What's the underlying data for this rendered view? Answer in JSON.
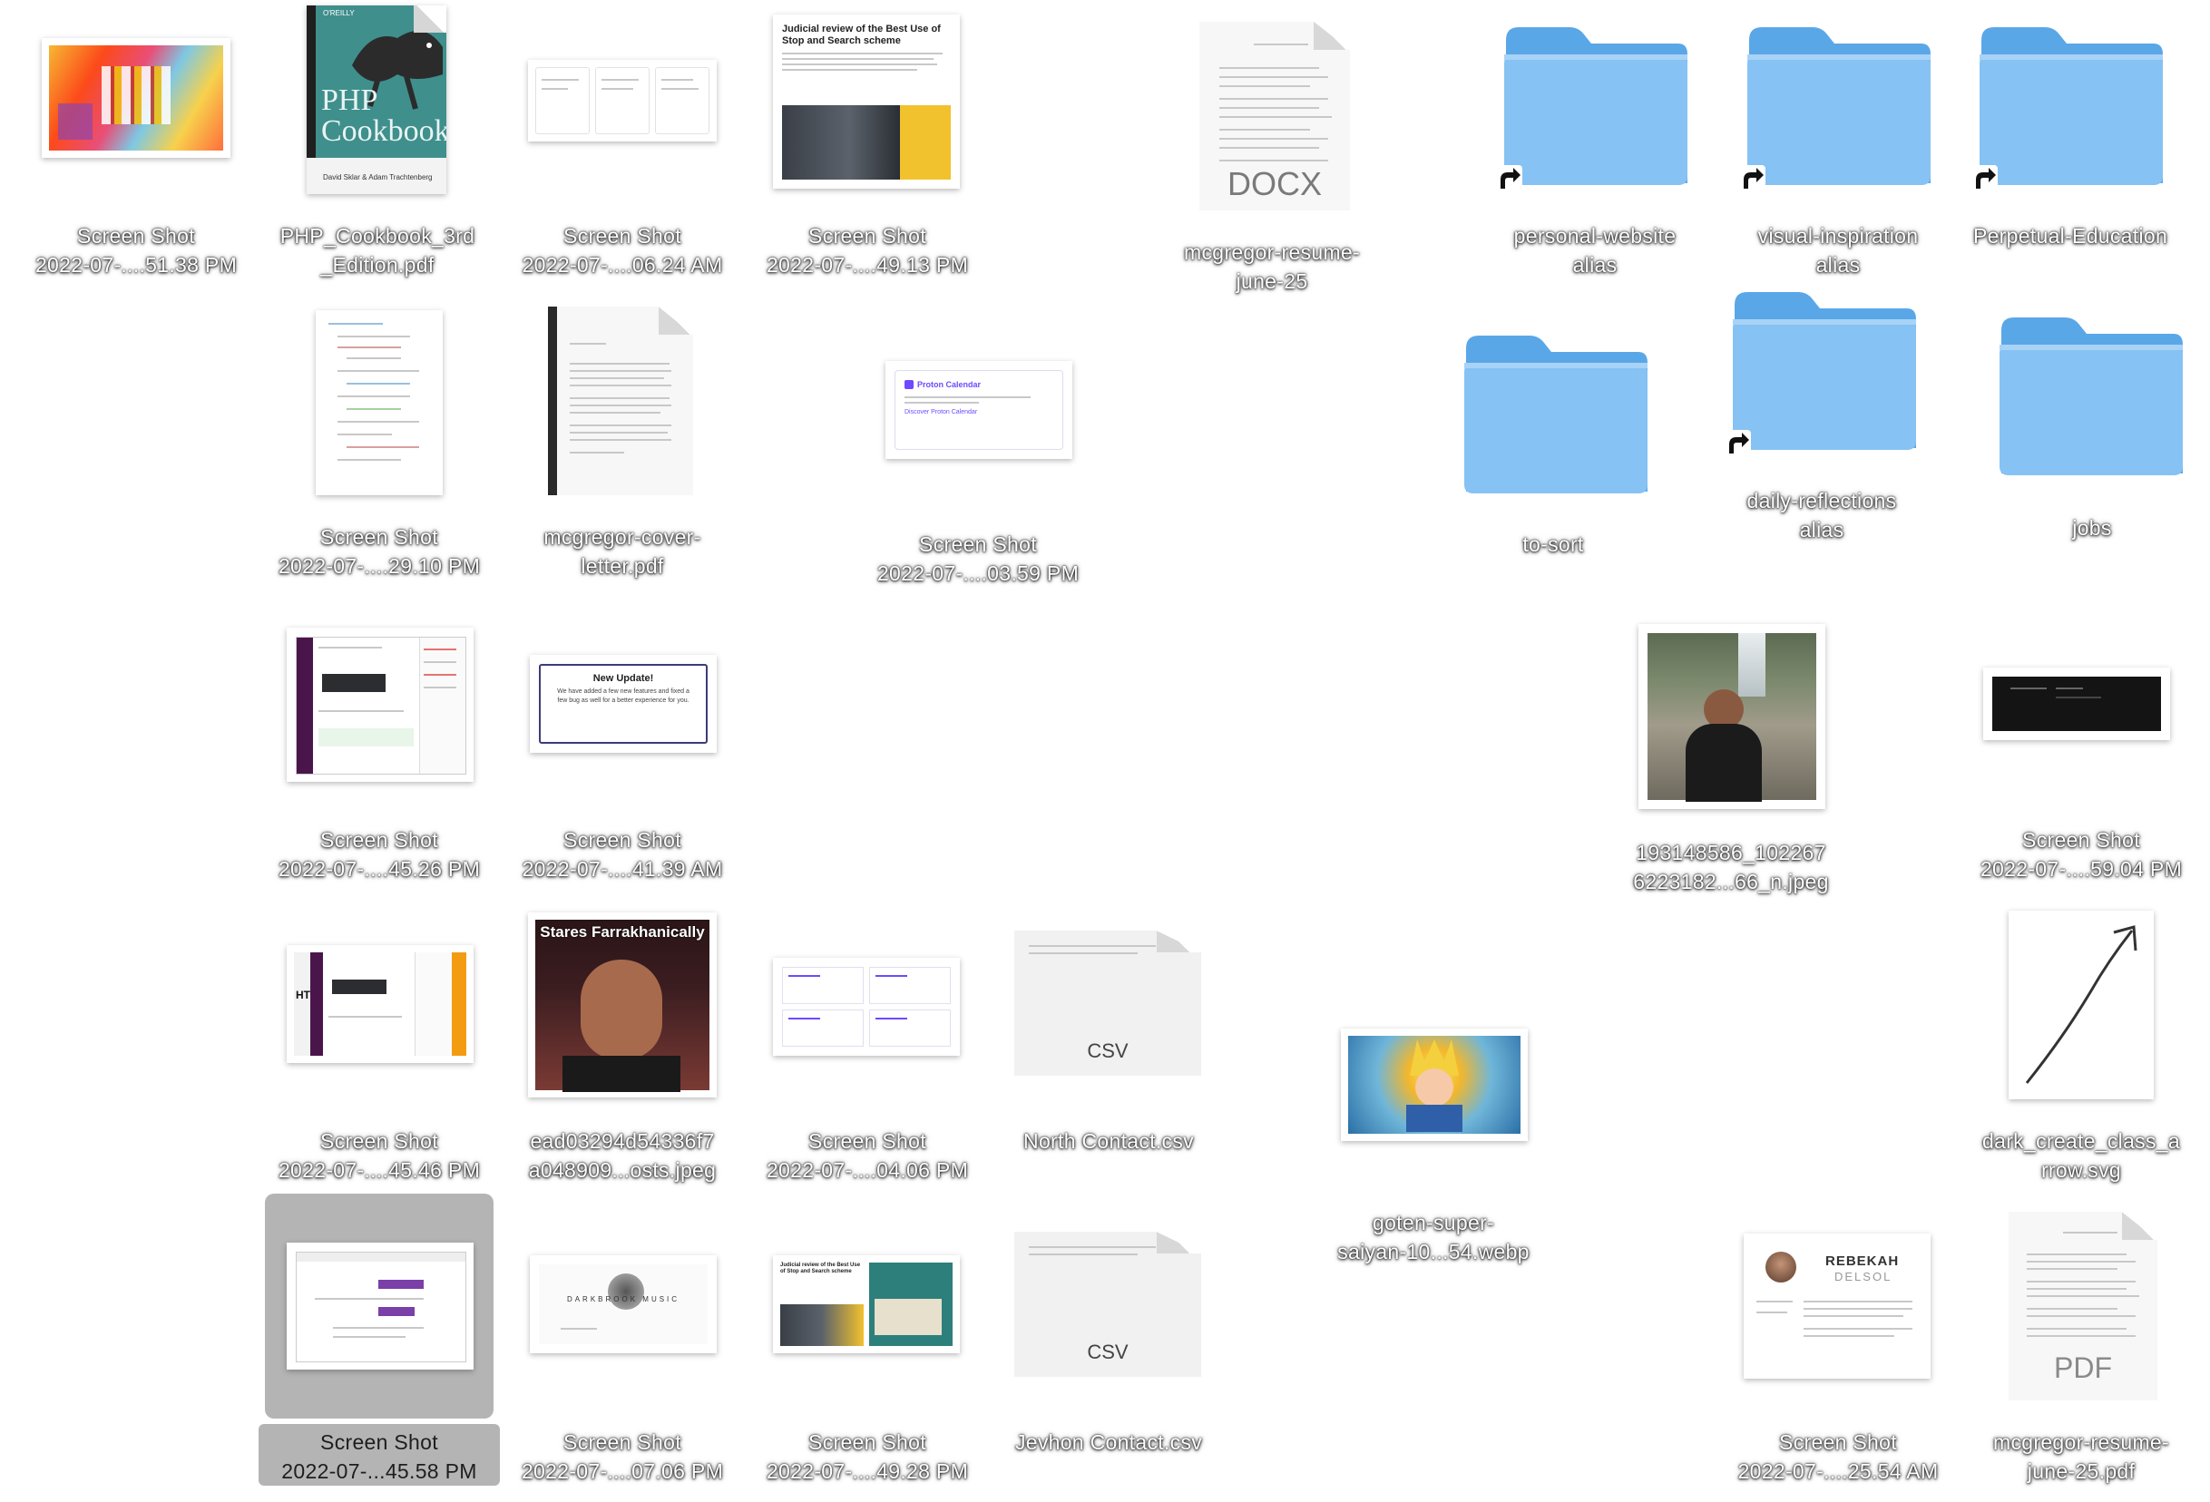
{
  "accent_color": "#79b8ef",
  "selection_color": "#b4b4b4",
  "items": {
    "ss_5138": {
      "line1": "Screen Shot",
      "line2": "2022-07-....51.38 PM"
    },
    "php_cookbook": {
      "line1": "PHP_Cookbook_3rd",
      "line2": "_Edition.pdf",
      "cover_brand": "O'REILLY",
      "cover_title1": "PHP",
      "cover_title2": "Cookbook",
      "cover_authors": "David Sklar & Adam Trachtenberg"
    },
    "ss_0624": {
      "line1": "Screen Shot",
      "line2": "2022-07-....06.24 AM"
    },
    "ss_4913": {
      "line1": "Screen Shot",
      "line2": "2022-07-....49.13 PM",
      "headline": "Judicial review of the Best Use of Stop and Search scheme"
    },
    "resume_docx": {
      "line1": "mcgregor-resume-",
      "line2": "june-25",
      "ext": "DOCX"
    },
    "personal_website": {
      "line1": "personal-website",
      "line2": "alias"
    },
    "visual_inspiration": {
      "line1": "visual-inspiration",
      "line2": "alias"
    },
    "perpetual_education": {
      "line1": "Perpetual-Education",
      "line2": ""
    },
    "ss_2910": {
      "line1": "Screen Shot",
      "line2": "2022-07-....29.10 PM"
    },
    "cover_letter": {
      "line1": "mcgregor-cover-",
      "line2": "letter.pdf"
    },
    "ss_0359": {
      "line1": "Screen Shot",
      "line2": "2022-07-....03.59 PM",
      "brand": "Proton Calendar",
      "link": "Discover Proton Calendar"
    },
    "to_sort": {
      "line1": "to-sort",
      "line2": ""
    },
    "daily_reflections": {
      "line1": "daily-reflections",
      "line2": "alias"
    },
    "jobs": {
      "line1": "jobs",
      "line2": ""
    },
    "ss_4526": {
      "line1": "Screen Shot",
      "line2": "2022-07-....45.26 PM"
    },
    "ss_4139": {
      "line1": "Screen Shot",
      "line2": "2022-07-....41.39 AM",
      "title": "New Update!",
      "body": "We have added a few new features and fixed a few bug as well for a better experience for you."
    },
    "photo_jpeg": {
      "line1": "193148586_102267",
      "line2": "6223182...66_n.jpeg"
    },
    "ss_5904": {
      "line1": "Screen Shot",
      "line2": "2022-07-....59.04 PM"
    },
    "ss_4546": {
      "line1": "Screen Shot",
      "line2": "2022-07-....45.46 PM"
    },
    "ead_jpeg": {
      "line1": "ead03294d54336f7",
      "line2": "a048909...osts.jpeg",
      "caption": "Stares Farrakhanically"
    },
    "ss_0406": {
      "line1": "Screen Shot",
      "line2": "2022-07-....04.06 PM"
    },
    "north_csv": {
      "line1": "North Contact.csv",
      "line2": "",
      "ext": "CSV"
    },
    "goten_webp": {
      "line1": "goten-super-",
      "line2": "saiyan-10...54.webp"
    },
    "arrow_svg": {
      "line1": "dark_create_class_a",
      "line2": "rrow.svg"
    },
    "ss_4558": {
      "line1": "Screen Shot",
      "line2": "2022-07-...45.58 PM"
    },
    "ss_0706": {
      "line1": "Screen Shot",
      "line2": "2022-07-....07.06 PM",
      "brand": "DARKBROOK MUSIC"
    },
    "ss_4928": {
      "line1": "Screen Shot",
      "line2": "2022-07-....49.28 PM",
      "headline": "Judicial review of the Best Use of Stop and Search scheme"
    },
    "jevhon_csv": {
      "line1": "Jevhon Contact.csv",
      "line2": "",
      "ext": "CSV"
    },
    "ss_2554": {
      "line1": "Screen Shot",
      "line2": "2022-07-....25.54 AM",
      "name1": "REBEKAH",
      "name2": "DELSOL"
    },
    "resume_pdf": {
      "line1": "mcgregor-resume-",
      "line2": "june-25.pdf",
      "ext": "PDF"
    }
  }
}
